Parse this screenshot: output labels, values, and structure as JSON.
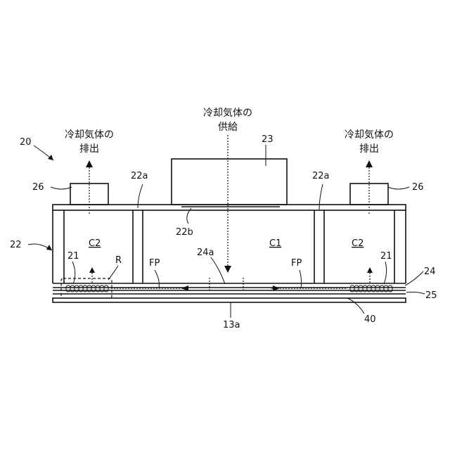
{
  "labels": {
    "supply_line1": "冷却気体の",
    "supply_line2": "供給",
    "exhaust_left_line1": "冷却気体の",
    "exhaust_left_line2": "排出",
    "exhaust_right_line1": "冷却気体の",
    "exhaust_right_line2": "排出",
    "ref_20": "20",
    "ref_22": "22",
    "ref_22a_left": "22a",
    "ref_22a_right": "22a",
    "ref_22b": "22b",
    "ref_23": "23",
    "ref_26_left": "26",
    "ref_26_right": "26",
    "chamber_c1": "C1",
    "chamber_c2_left": "C2",
    "chamber_c2_right": "C2",
    "ref_21_left": "21",
    "ref_21_right": "21",
    "ref_r": "R",
    "fp_left": "FP",
    "fp_right": "FP",
    "ref_24a": "24a",
    "ref_24": "24",
    "ref_25": "25",
    "ref_40": "40",
    "ref_13a": "13a"
  }
}
